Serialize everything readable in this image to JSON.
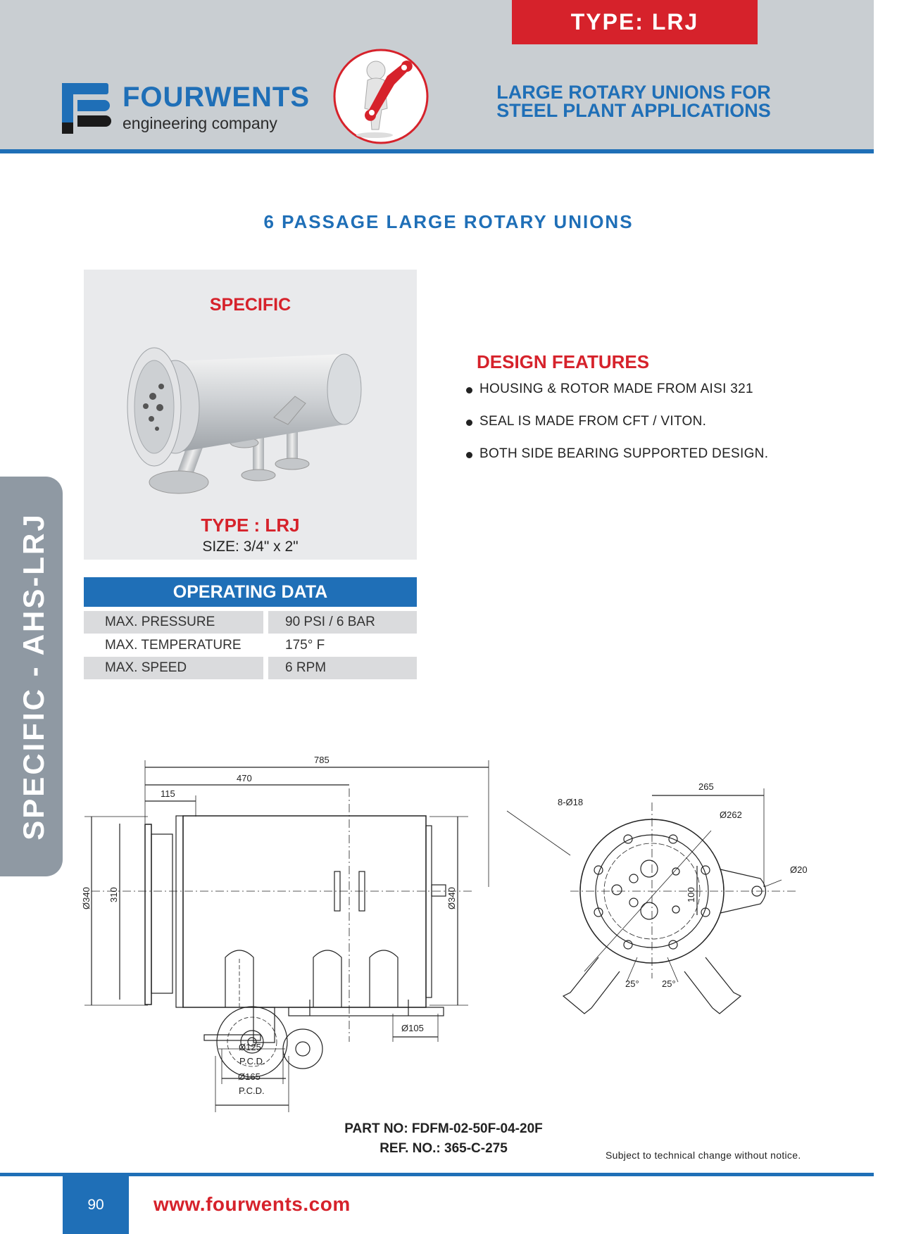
{
  "header": {
    "type_tag": "TYPE: LRJ",
    "brand_name": "FOURWENTS",
    "brand_subtitle": "engineering company",
    "title_line1": "LARGE ROTARY UNIONS FOR",
    "title_line2": "STEEL PLANT APPLICATIONS"
  },
  "page_heading": "6 PASSAGE LARGE ROTARY UNIONS",
  "product_card": {
    "label": "SPECIFIC",
    "type": "TYPE : LRJ",
    "size": "SIZE: 3/4\" x 2\""
  },
  "design_features": {
    "title": "DESIGN FEATURES",
    "items": [
      "HOUSING & ROTOR MADE FROM AISI 321",
      "SEAL IS MADE FROM CFT / VITON.",
      "BOTH SIDE BEARING SUPPORTED DESIGN."
    ]
  },
  "operating_data": {
    "title": "OPERATING DATA",
    "rows": [
      {
        "label": "MAX. PRESSURE",
        "value": "90 PSI / 6 BAR"
      },
      {
        "label": "MAX. TEMPERATURE",
        "value": "175° F"
      },
      {
        "label": "MAX. SPEED",
        "value": "6 RPM"
      }
    ]
  },
  "side_tab": "SPECIFIC - AHS-LRJ",
  "drawing_labels": {
    "overall_length": "785",
    "length_470": "470",
    "length_115": "115",
    "dia_340_left": "Ø340",
    "dim_310": "310",
    "dia_340_right": "Ø340",
    "dia_125": "Ø125",
    "pcd_1": "P.C.D.",
    "dia_165": "Ø165",
    "pcd_2": "P.C.D.",
    "dia_105": "Ø105",
    "holes": "8-Ø18",
    "dim_265": "265",
    "dia_262": "Ø262",
    "dia_20": "Ø20",
    "dim_100": "100",
    "angle_left": "25°",
    "angle_right": "25°"
  },
  "part_info": {
    "part_no": "PART NO: FDFM-02-50F-04-20F",
    "ref_no": "REF. NO.: 365-C-275"
  },
  "notice": "Subject to technical change without notice.",
  "footer": {
    "page_number": "90",
    "website": "www.fourwents.com"
  },
  "colors": {
    "brand_blue": "#1f6fb7",
    "brand_red": "#d6222b",
    "header_grey": "#c9ced2",
    "side_tab_grey": "#8f99a3"
  }
}
